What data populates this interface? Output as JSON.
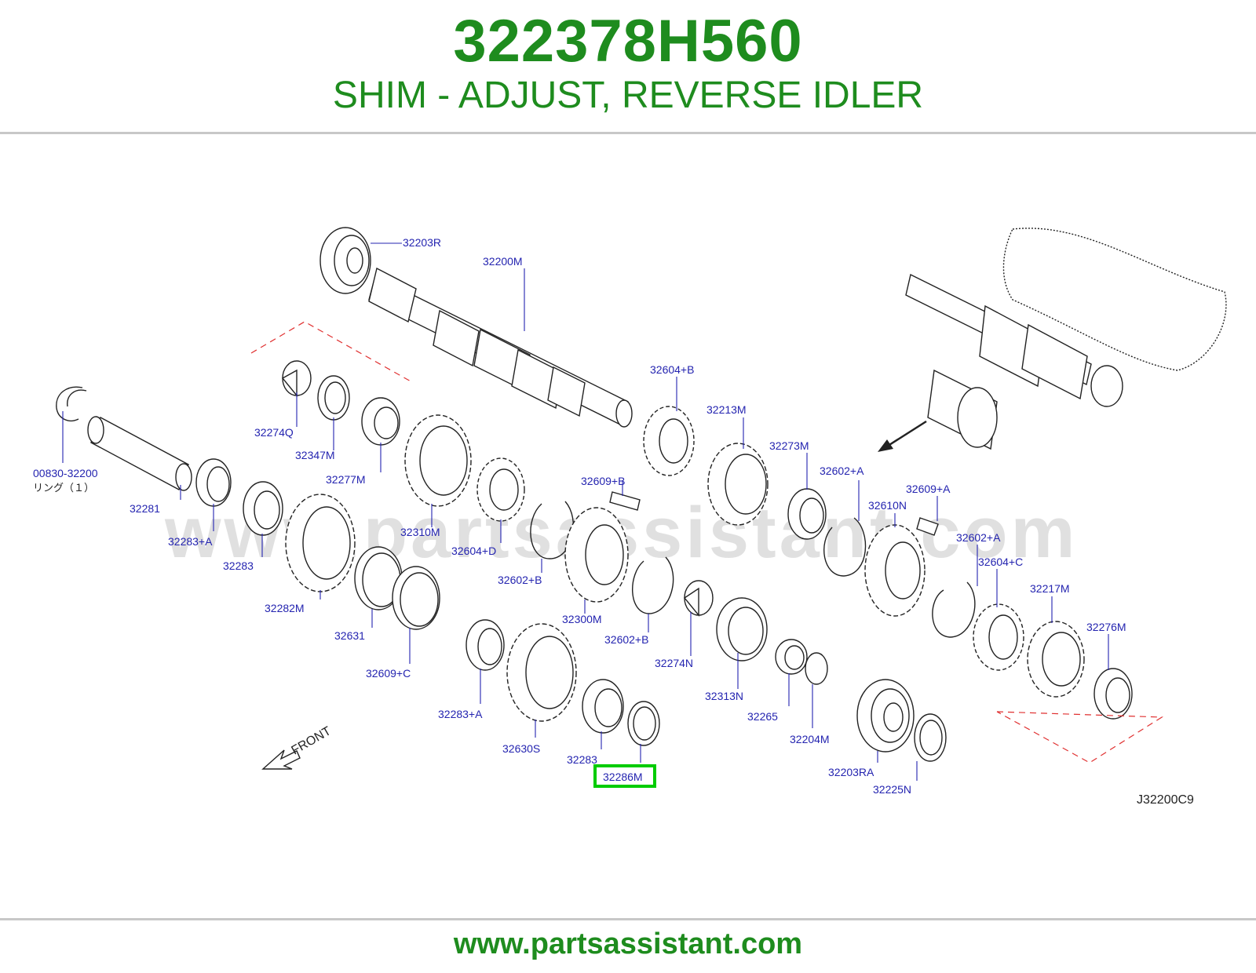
{
  "header": {
    "part_number": "322378H560",
    "description": "SHIM - ADJUST, REVERSE IDLER"
  },
  "footer": {
    "url": "www.partsassistant.com"
  },
  "watermark": "www.partsassistant.com",
  "diagram": {
    "code": "J32200C9",
    "front_label": "FRONT",
    "highlighted": "32286M",
    "labels": {
      "p32203R": "32203R",
      "p32200M": "32200M",
      "p32604B": "32604+B",
      "p32213M": "32213M",
      "p32273M": "32273M",
      "p32602A_1": "32602+A",
      "p32609A": "32609+A",
      "p32610N": "32610N",
      "p32602A_2": "32602+A",
      "p32604C": "32604+C",
      "p32217M": "32217M",
      "p32276M": "32276M",
      "p32274Q": "32274Q",
      "p32347M": "32347M",
      "p32277M": "32277M",
      "p00830": "00830-32200",
      "p00830_note": "リング（１）",
      "p32281": "32281",
      "p32283A_1": "32283+A",
      "p32283_1": "32283",
      "p32282M": "32282M",
      "p32310M": "32310M",
      "p32604D": "32604+D",
      "p32609B": "32609+B",
      "p32602B_1": "32602+B",
      "p32300M": "32300M",
      "p32602B_2": "32602+B",
      "p32274N": "32274N",
      "p32313N": "32313N",
      "p32631": "32631",
      "p32609C": "32609+C",
      "p32283A_2": "32283+A",
      "p32630S": "32630S",
      "p32283_2": "32283",
      "p32286M": "32286M",
      "p32265": "32265",
      "p32204M": "32204M",
      "p32203RA": "32203RA",
      "p32225N": "32225N"
    }
  }
}
